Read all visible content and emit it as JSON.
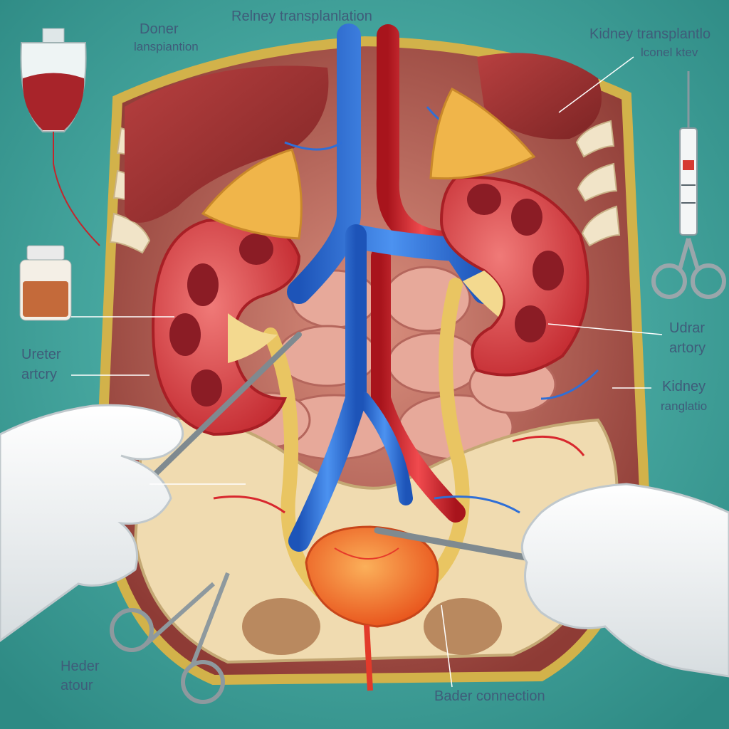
{
  "labels": {
    "top_title": "Relney transplanlation",
    "donor_line1": "Doner",
    "donor_line2": "lanspiantion",
    "top_right_line1": "Kidney transplantlo",
    "top_right_line2": "lconel ktev",
    "ureter_line1": "Ureter",
    "ureter_line2": "artcry",
    "right_mid_line1": "Udrar",
    "right_mid_line2": "artory",
    "right_low_line1": "Kidney",
    "right_low_line2": "ranglatio",
    "bottom_left_line1": "Heder",
    "bottom_left_line2": "atour",
    "bottom_center": "Bader connection"
  },
  "colors": {
    "background": "#3a9b94",
    "vein": "#2f6fd6",
    "artery": "#d8282e",
    "kidney": "#d94448",
    "adrenal": "#f0b54a",
    "ureter": "#f1d47a",
    "bladder": "#f07a2a",
    "glove": "#eef1f2",
    "label": "#3f5c7a"
  }
}
